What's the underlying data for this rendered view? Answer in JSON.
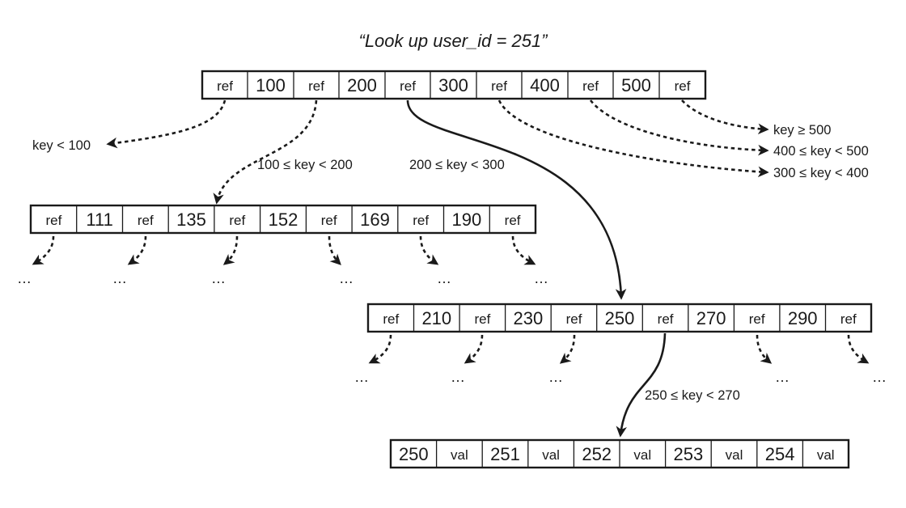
{
  "title": "“Look up user_id = 251”",
  "colors": {
    "ink": "#1a1a1a",
    "background": "#ffffff"
  },
  "nodes": [
    {
      "name": "root-node",
      "cells": [
        "ref",
        "100",
        "ref",
        "200",
        "ref",
        "300",
        "ref",
        "400",
        "ref",
        "500",
        "ref"
      ]
    },
    {
      "name": "node-100-200",
      "cells": [
        "ref",
        "111",
        "ref",
        "135",
        "ref",
        "152",
        "ref",
        "169",
        "ref",
        "190",
        "ref"
      ]
    },
    {
      "name": "node-200-300",
      "cells": [
        "ref",
        "210",
        "ref",
        "230",
        "ref",
        "250",
        "ref",
        "270",
        "ref",
        "290",
        "ref"
      ]
    },
    {
      "name": "leaf-250-270",
      "cells": [
        "250",
        "val",
        "251",
        "val",
        "252",
        "val",
        "253",
        "val",
        "254",
        "val"
      ]
    }
  ],
  "range_labels": [
    {
      "name": "range-key-lt-100",
      "text": "key < 100"
    },
    {
      "name": "range-100-200",
      "text": "100 ≤ key < 200"
    },
    {
      "name": "range-200-300",
      "text": "200 ≤ key < 300"
    },
    {
      "name": "range-key-ge-500",
      "text": "key ≥ 500"
    },
    {
      "name": "range-400-500",
      "text": "400 ≤ key < 500"
    },
    {
      "name": "range-300-400",
      "text": "300 ≤ key < 400"
    },
    {
      "name": "range-250-270",
      "text": "250 ≤ key < 270"
    }
  ],
  "ellipsis": "…"
}
